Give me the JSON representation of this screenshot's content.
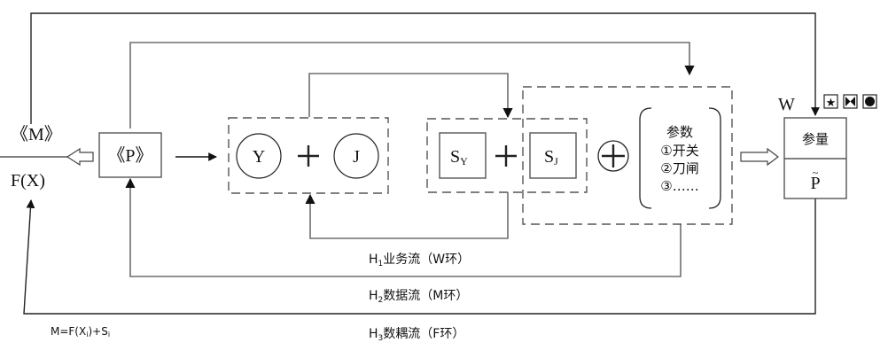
{
  "diagram": {
    "left_labels": {
      "m_label": "《M》",
      "fx_label": "F(X)"
    },
    "p_box": {
      "label": "《P》"
    },
    "yj_group": {
      "y_label": "Y",
      "plus": "+",
      "j_label": "J"
    },
    "s_group": {
      "sy_main": "S",
      "sy_sub": "Y",
      "plus": "+",
      "sj_main": "S",
      "sj_sub": "J"
    },
    "oplus": "⊕",
    "params": {
      "title": "参数",
      "items": [
        "①开关",
        "②刀闸",
        "③……"
      ]
    },
    "w_label": "W",
    "result_box": {
      "top_label": "参量",
      "bottom_label": "P",
      "tilde": "~"
    },
    "status_icons": [
      {
        "name": "star-icon",
        "glyph": "★"
      },
      {
        "name": "bowtie-icon",
        "glyph": "⧓"
      },
      {
        "name": "circle-icon",
        "glyph": "●"
      }
    ],
    "flows": {
      "h1": {
        "h": "H",
        "sub": "1",
        "label": "业务流（W环）"
      },
      "h2": {
        "h": "H",
        "sub": "2",
        "label": "数据流（M环）"
      },
      "h3": {
        "h": "H",
        "sub": "3",
        "label": "数耦流（F环）"
      }
    },
    "formula": {
      "prefix": "M=F(X",
      "sub1": "i",
      "mid": ")+S",
      "sub2": "i"
    }
  }
}
